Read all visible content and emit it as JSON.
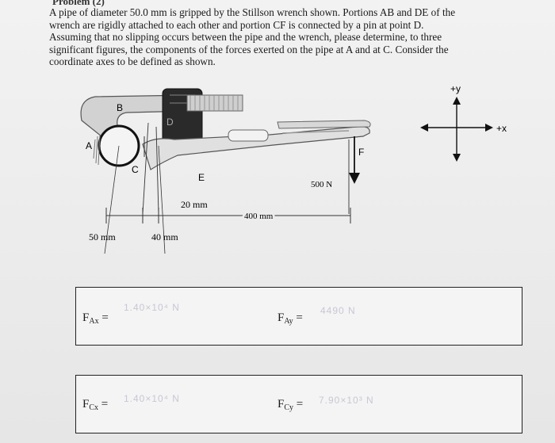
{
  "problem": {
    "heading": "Problem (2)",
    "lines": [
      "A pipe of diameter 50.0 mm is gripped by the Stillson wrench shown. Portions AB and DE of the",
      "wrench are rigidly attached to each other and portion CF is connected by a pin at point D.",
      "Assuming that no slipping occurs between the pipe and the wrench, please determine, to three",
      "significant figures, the components of the forces exerted on the pipe at A and at C. Consider the",
      "coordinate axes to be defined as shown."
    ]
  },
  "diagram": {
    "points": {
      "A": "A",
      "B": "B",
      "C": "C",
      "D": "D",
      "E": "E",
      "F": "F"
    },
    "force_label": "500 N",
    "dims": {
      "d20": "20 mm",
      "d400": "400 mm",
      "d50": "50 mm",
      "d40": "40 mm"
    },
    "axes": {
      "y": "+y",
      "x": "+x"
    }
  },
  "answers": {
    "FAx": {
      "label_main": "F",
      "label_sub": "Ax",
      "equals": "=",
      "value": "1.40×10⁴ N"
    },
    "FAy": {
      "label_main": "F",
      "label_sub": "Ay",
      "equals": "=",
      "value": "4490 N"
    },
    "FCx": {
      "label_main": "F",
      "label_sub": "Cx",
      "equals": "=",
      "value": "1.40×10⁴ N"
    },
    "FCy": {
      "label_main": "F",
      "label_sub": "Cy",
      "equals": "=",
      "value": "7.90×10³ N"
    }
  }
}
